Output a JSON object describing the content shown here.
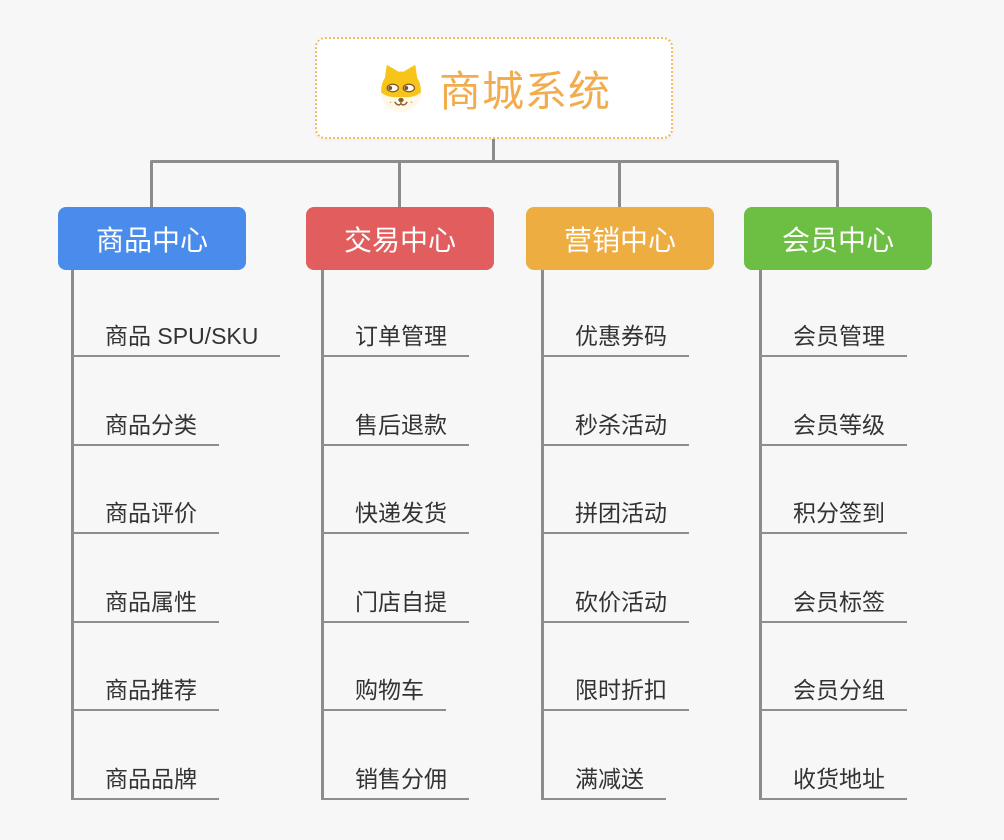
{
  "root": {
    "title": "商城系统",
    "icon": "doge-face-icon"
  },
  "palette": {
    "root_accent": "#f2ac4e",
    "root_border": "#f3bd66",
    "connector_gray": "#8c8c8c",
    "leaf_text": "#333333",
    "branch_blue": "#4a8cec",
    "branch_red": "#e25d5d",
    "branch_orange": "#eead41",
    "branch_green": "#6cbf42",
    "background": "#f7f7f7"
  },
  "branches": [
    {
      "label": "商品中心",
      "color": "#4a8cec",
      "items": [
        "商品 SPU/SKU",
        "商品分类",
        "商品评价",
        "商品属性",
        "商品推荐",
        "商品品牌"
      ]
    },
    {
      "label": "交易中心",
      "color": "#e25d5d",
      "items": [
        "订单管理",
        "售后退款",
        "快递发货",
        "门店自提",
        "购物车",
        "销售分佣"
      ]
    },
    {
      "label": "营销中心",
      "color": "#eead41",
      "items": [
        "优惠券码",
        "秒杀活动",
        "拼团活动",
        "砍价活动",
        "限时折扣",
        "满减送"
      ]
    },
    {
      "label": "会员中心",
      "color": "#6cbf42",
      "items": [
        "会员管理",
        "会员等级",
        "积分签到",
        "会员标签",
        "会员分组",
        "收货地址"
      ]
    }
  ]
}
